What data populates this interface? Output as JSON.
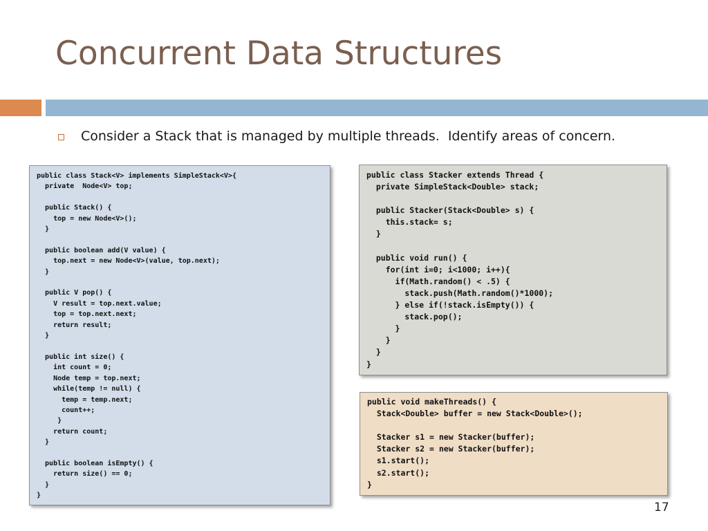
{
  "slide": {
    "title": "Concurrent Data Structures",
    "bullet": "Consider a Stack that is managed by multiple threads.  Identify areas of concern.",
    "page_number": "17"
  },
  "code": {
    "stack_class": "public class Stack<V> implements SimpleStack<V>{\n  private  Node<V> top;\n\n  public Stack() {\n    top = new Node<V>();\n  }\n\n  public boolean add(V value) {\n    top.next = new Node<V>(value, top.next);\n  }\n\n  public V pop() {\n    V result = top.next.value;\n    top = top.next.next;\n    return result;\n  }\n\n  public int size() {\n    int count = 0;\n    Node temp = top.next;\n    while(temp != null) {\n      temp = temp.next;\n      count++;\n     }\n    return count;\n  }\n\n  public boolean isEmpty() {\n    return size() == 0;\n  }\n}",
    "stacker_class": "public class Stacker extends Thread {\n  private SimpleStack<Double> stack;\n\n  public Stacker(Stack<Double> s) {\n    this.stack= s;\n  }\n\n  public void run() {\n    for(int i=0; i<1000; i++){\n      if(Math.random() < .5) {\n        stack.push(Math.random()*1000);\n      } else if(!stack.isEmpty()) {\n        stack.pop();\n      }\n    }\n  }\n}",
    "make_threads": "public void makeThreads() {\n  Stack<Double> buffer = new Stack<Double>();\n\n  Stacker s1 = new Stacker(buffer);\n  Stacker s2 = new Stacker(buffer);\n  s1.start();\n  s2.start();\n}"
  },
  "colors": {
    "title": "#7a5f50",
    "accent_orange": "#dc8a4f",
    "accent_blue": "#94b6d2",
    "box_blue": "#d2dde9",
    "box_gray": "#d9dad4",
    "box_tan": "#efddc6"
  }
}
